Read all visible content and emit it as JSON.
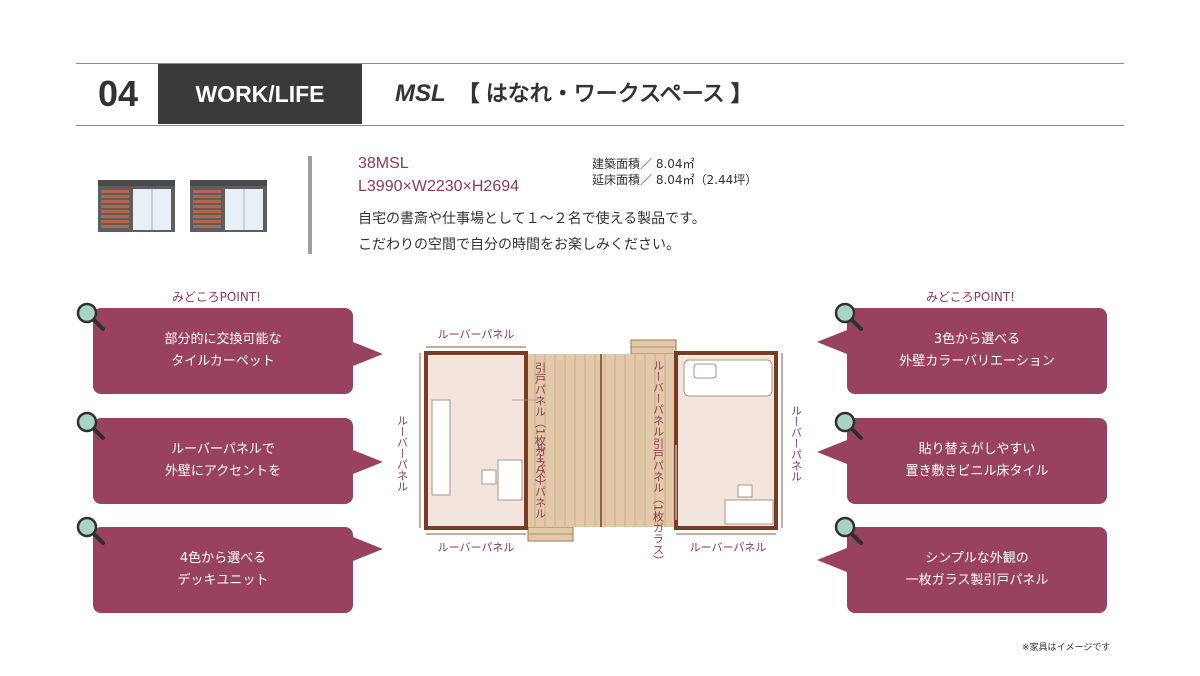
{
  "header": {
    "number": "04",
    "category": "WORK/LIFE",
    "product_code": "MSL",
    "product_name": "【 はなれ・ワークスペース 】"
  },
  "spec": {
    "model": "38MSL",
    "dimensions": "L3990×W2230×H2694",
    "building_area": "建築面積／ 8.04㎡",
    "floor_area": "延床面積／ 8.04㎡（2.44坪）",
    "description_1": "自宅の書斎や仕事場として１～２名で使える製品です。",
    "description_2": "こだわりの空間で自分の時間をお楽しみください。"
  },
  "points": {
    "left_title": "みどころPOINT!",
    "right_title": "みどころPOINT!",
    "left": [
      {
        "line1": "部分的に交換可能な",
        "line2": "タイルカーペット"
      },
      {
        "line1": "ルーバーパネルで",
        "line2": "外壁にアクセントを"
      },
      {
        "line1": "4色から選べる",
        "line2": "デッキユニット"
      }
    ],
    "right": [
      {
        "line1": "3色から選べる",
        "line2": "外壁カラーバリエーション"
      },
      {
        "line1": "貼り替えがしやすい",
        "line2": "置き敷きビニル床タイル"
      },
      {
        "line1": "シンプルな外観の",
        "line2": "一枚ガラス製引戸パネル"
      }
    ]
  },
  "plan": {
    "louver_top": "ルーバーパネル",
    "louver_bottom_left": "ルーバーパネル",
    "louver_bottom_right": "ルーバーパネル",
    "louver_left": "ルーバーパネル",
    "louver_right": "ルーバーパネル",
    "louver_center_left": "ルーバーパネル",
    "louver_center_right": "ルーバーパネル",
    "sliding_left": "引戸パネル（1枚ガラス）",
    "sliding_right": "引戸パネル（1枚ガラス）"
  },
  "footnote": "※家具はイメージです",
  "colors": {
    "accent": "#99425f",
    "header_dark": "#3b3a3b",
    "wall": "#7a3b22",
    "floor": "#f1e5de",
    "deck": "#e2c9a9"
  },
  "icons": [
    "magnifier-icon"
  ]
}
